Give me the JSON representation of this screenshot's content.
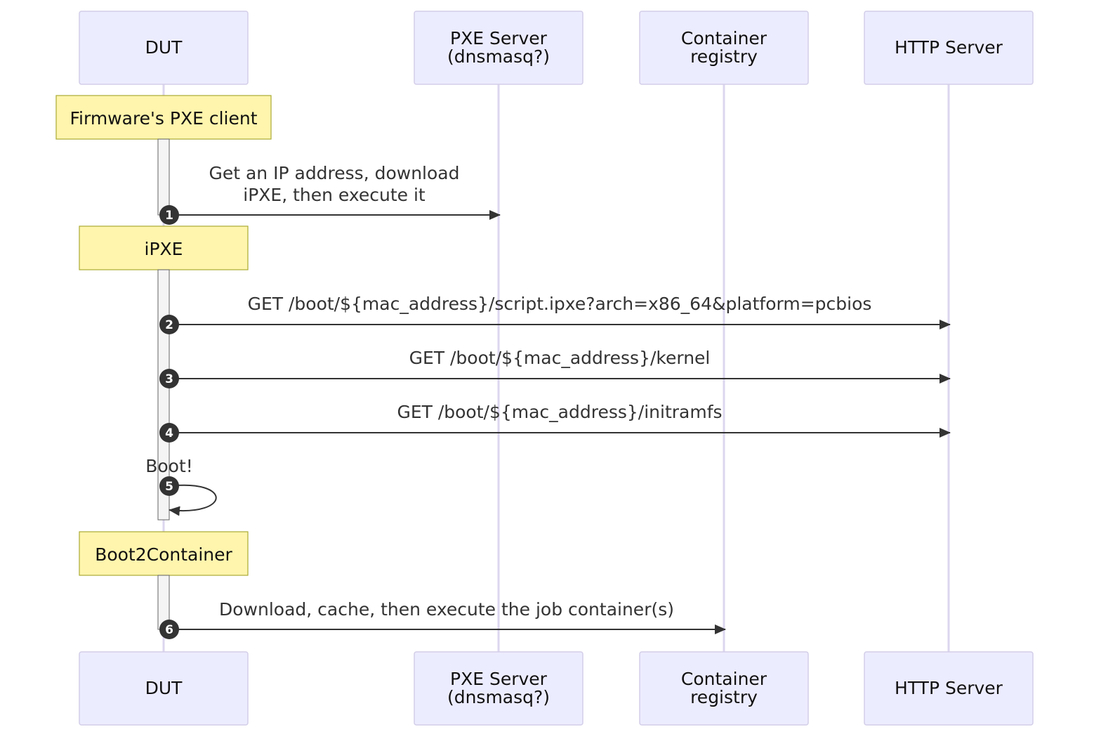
{
  "actors": {
    "dut": {
      "lines": [
        "DUT"
      ]
    },
    "pxe": {
      "lines": [
        "PXE Server",
        "(dnsmasq?)"
      ]
    },
    "registry": {
      "lines": [
        "Container",
        "registry"
      ]
    },
    "http": {
      "lines": [
        "HTTP Server"
      ]
    }
  },
  "notes": {
    "firmware": "Firmware's PXE client",
    "ipxe": "iPXE",
    "b2c": "Boot2Container"
  },
  "messages": [
    {
      "num": "1",
      "lines": [
        "Get an IP address, download",
        "iPXE, then execute it"
      ]
    },
    {
      "num": "2",
      "lines": [
        "GET /boot/${mac_address}/script.ipxe?arch=x86_64&platform=pcbios"
      ]
    },
    {
      "num": "3",
      "lines": [
        "GET /boot/${mac_address}/kernel"
      ]
    },
    {
      "num": "4",
      "lines": [
        "GET /boot/${mac_address}/initramfs"
      ]
    },
    {
      "num": "5",
      "lines": [
        "Boot!"
      ]
    },
    {
      "num": "6",
      "lines": [
        "Download, cache, then execute the job container(s)"
      ]
    }
  ],
  "colors": {
    "actor_fill": "#ececff",
    "actor_stroke": "#d3cde8",
    "note_fill": "#fff5ad",
    "note_stroke": "#aaaa33",
    "arrow": "#333333"
  }
}
